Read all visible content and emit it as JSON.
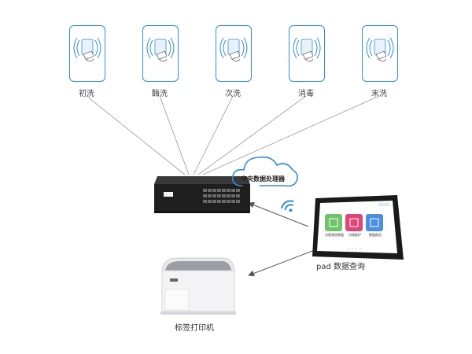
{
  "stations": [
    {
      "label": "初洗"
    },
    {
      "label": "酶洗"
    },
    {
      "label": "次洗"
    },
    {
      "label": "消毒"
    },
    {
      "label": "末洗"
    }
  ],
  "cloud": {
    "label": "中央数据处理器"
  },
  "pad": {
    "label": "pad 数据查询",
    "tiles": [
      {
        "label": "内镜清洗数据",
        "color": "#6fc36a"
      },
      {
        "label": "内镜维护",
        "color": "#e0457a"
      },
      {
        "label": "数据报告",
        "color": "#4a8fe0"
      }
    ]
  },
  "printer": {
    "label": "标签打印机"
  },
  "colors": {
    "accent": "#2f8fd6",
    "line": "#555555"
  }
}
